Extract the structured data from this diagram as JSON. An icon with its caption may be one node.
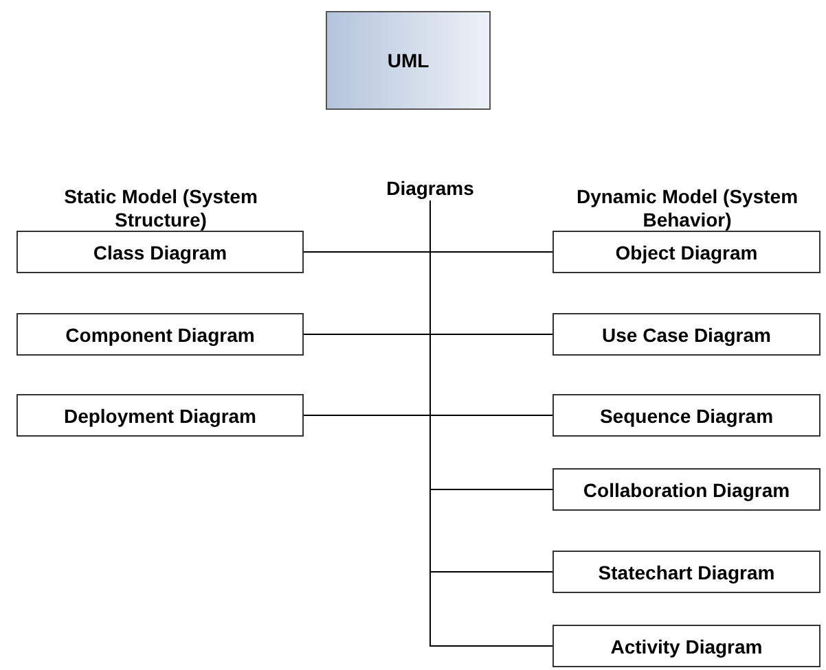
{
  "diagram": {
    "nodes": [
      {
        "text": [
          "UML"
        ]
      },
      {
        "text": [
          "Diagrams"
        ]
      },
      {
        "text": [
          "Class Diagram"
        ]
      },
      {
        "text": [
          "Component Diagram"
        ]
      },
      {
        "text": [
          "Deployment Diagram"
        ]
      },
      {
        "text": [
          "Object Diagram"
        ]
      },
      {
        "text": [
          "Use Case Diagram"
        ]
      },
      {
        "text": [
          "Sequence Diagram"
        ]
      },
      {
        "text": [
          "Collaboration Diagram"
        ]
      },
      {
        "text": [
          "Statechart Diagram"
        ]
      },
      {
        "text": [
          "Activity Diagram"
        ]
      }
    ],
    "edges": [
      {
        "from": 1,
        "to": 2,
        "arrow": "none"
      },
      {
        "from": 1,
        "to": 3,
        "arrow": "none"
      },
      {
        "from": 1,
        "to": 4,
        "arrow": "none"
      },
      {
        "from": 1,
        "to": 5,
        "arrow": "none"
      },
      {
        "from": 1,
        "to": 6,
        "arrow": "none"
      },
      {
        "from": 1,
        "to": 7,
        "arrow": "none"
      },
      {
        "from": 1,
        "to": 8,
        "arrow": "none"
      },
      {
        "from": 1,
        "to": 9,
        "arrow": "none"
      },
      {
        "from": 1,
        "to": 10,
        "arrow": "none"
      }
    ],
    "labels": [
      "Static Model (System Structure)",
      "Dynamic Model (System Behavior)"
    ]
  }
}
